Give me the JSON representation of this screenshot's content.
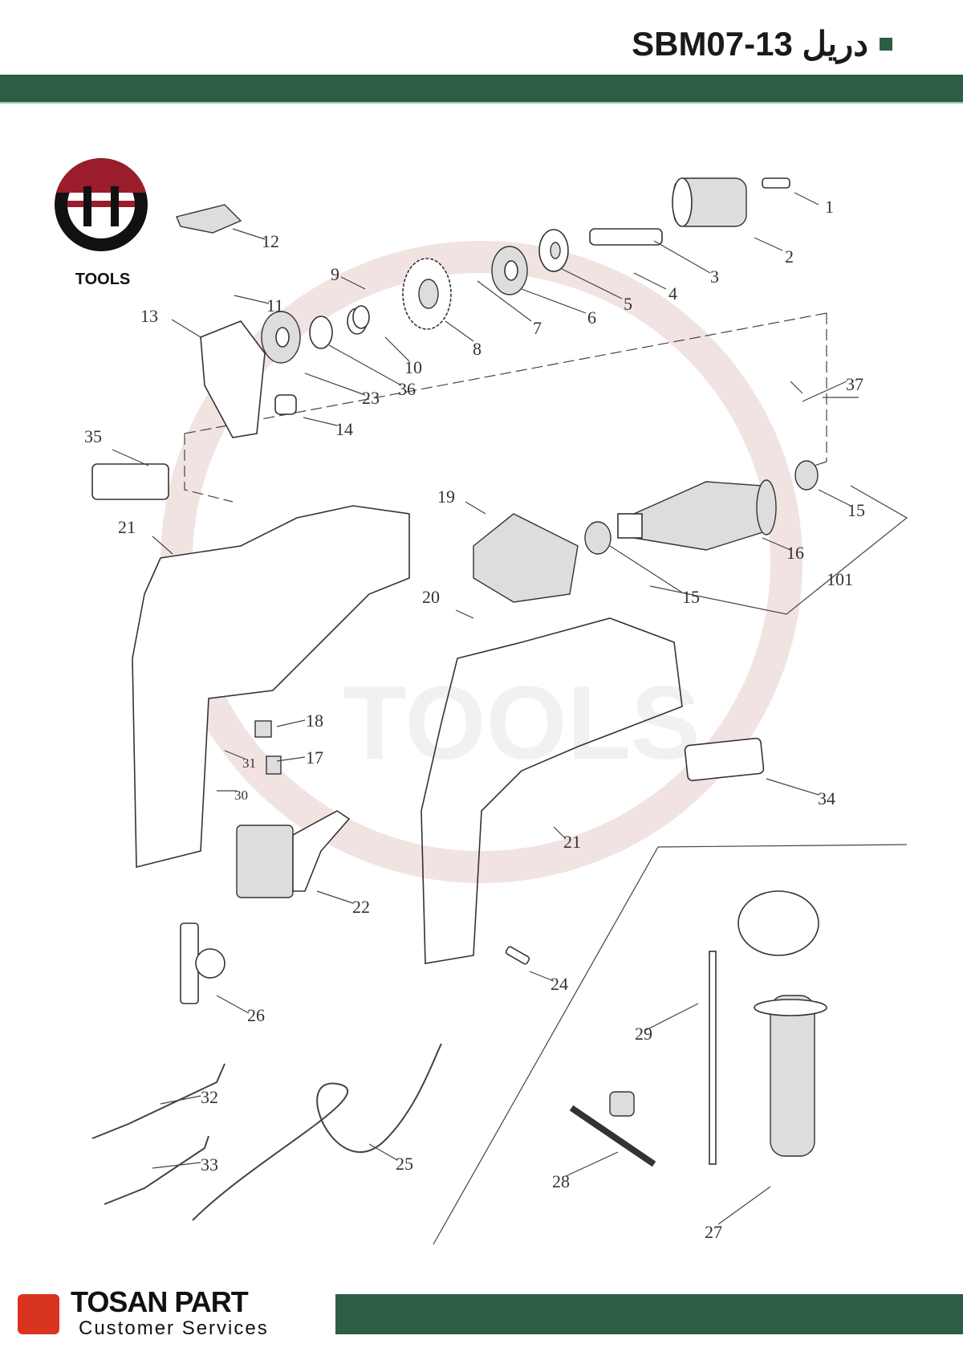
{
  "header": {
    "title": "SBM07-13 دریل",
    "accent_color": "#2c5e45"
  },
  "logo": {
    "text": "TOOLS",
    "color": "#9b1c2a"
  },
  "watermark": {
    "text": "TOOLS"
  },
  "footer": {
    "brand": "TOSAN PART",
    "subtitle": "Customer Services",
    "brand_color": "#d9341f"
  },
  "part_labels": {
    "p1": "1",
    "p2": "2",
    "p3": "3",
    "p4": "4",
    "p5": "5",
    "p6": "6",
    "p7": "7",
    "p8": "8",
    "p9": "9",
    "p10": "10",
    "p11": "11",
    "p12": "12",
    "p13": "13",
    "p14": "14",
    "p15a": "15",
    "p15b": "15",
    "p16": "16",
    "p17": "17",
    "p18": "18",
    "p19": "19",
    "p20": "20",
    "p21a": "21",
    "p21b": "21",
    "p22": "22",
    "p23": "23",
    "p24": "24",
    "p25": "25",
    "p26": "26",
    "p27": "27",
    "p28": "28",
    "p29": "29",
    "p30": "30",
    "p31": "31",
    "p32": "32",
    "p33": "33",
    "p34": "34",
    "p35": "35",
    "p36": "36",
    "p37": "37",
    "p101": "101"
  }
}
